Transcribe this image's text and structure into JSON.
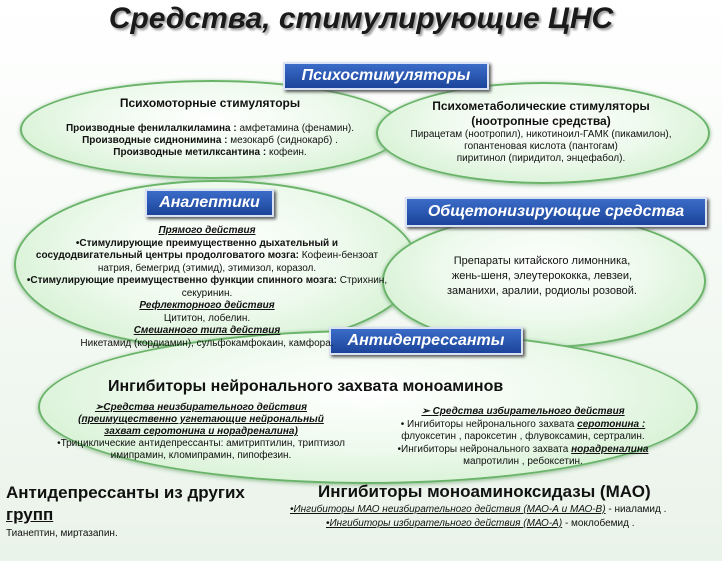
{
  "title": "Средства, стимулирующие ЦНС",
  "psychostim": {
    "banner": "Психостимуляторы",
    "psychomotor": {
      "heading": "Психомоторные стимуляторы",
      "line1_b": "Производные фенилалкиламина :",
      "line1_t": " амфетамина  (фенамин).",
      "line2_b": "Производные сиднонимина :",
      "line2_t": " мезокарб (сиднокарб) .",
      "line3_b": "Производные метилксантина :",
      "line3_t": " кофеин."
    },
    "psychometabolic": {
      "heading1": "Психометаболические стимуляторы",
      "heading2": "(ноотропные средства)",
      "line1": "Пирацетам (ноотропил), никотиноил-ГАМК (пикамилон),",
      "line2": "гопантеновая кислота (пантогам)",
      "line3": "пиритинол (пиридитол, энцефабол)."
    }
  },
  "analeptics": {
    "banner": "Аналептики",
    "direct_heading": "Прямого действия",
    "d1_b": "•Стимулирующие преимущественно дыхательный и",
    "d2_b": "сосудодвигательный центры продолговатого мозга:",
    "d2_t": " Кофеин-бензоат",
    "d3_t": "натрия, бемегрид (этимид), этимизол, коразол.",
    "d4_b": "•Стимулирующие преимущественно функции спинного мозга:",
    "d4_t": " Стрихнин,",
    "d5_t": "секуринин.",
    "reflex_heading": "Рефлекторного действия",
    "reflex_text": "Цититон, лобелин.",
    "mixed_heading": "Смешанного типа действия",
    "mixed_text": "Никетамид (кордиамин), сульфокамфокаин, камфора."
  },
  "tonic": {
    "banner": "Общетонизирующие средства",
    "line1": "Препараты китайского лимонника,",
    "line2": "жень-шеня, элеутерококка, левзеи,",
    "line3": "заманихи, аралии, родиолы розовой."
  },
  "antidepressants": {
    "banner": "Антидепрессанты",
    "heading": "Ингибиторы нейронального захвата моноаминов",
    "nonsel_h1": "Средства неизбирательного действия",
    "nonsel_h2": "(преимущественно угнетающие нейрональный",
    "nonsel_h3": "захват серотонина и норадреналина)",
    "nonsel_t1": "•Трициклические антидепрессанты: амитриптилин, триптизол",
    "nonsel_t2": "имипрамин, кломипрамин, пипофезин.",
    "sel_h": "Средства избирательного действия",
    "sel_1a": "• Ингибиторы нейронального захвата ",
    "sel_1b": "серотонина :",
    "sel_2": "флуоксетин , пароксетин , флувоксамин, сертралин.",
    "sel_3a": "•Ингибиторы нейронального захвата ",
    "sel_3b": "норадреналина",
    "sel_4": "мапротилин , ребоксетин."
  },
  "other": {
    "heading1": "Антидепрессанты из других",
    "heading2": "групп",
    "text": "Тианептин, миртазапин."
  },
  "mao": {
    "heading": "Ингибиторы моноаминоксидазы (МАО)",
    "l1_i": "•Ингибиторы МАО неизбирательного действия (МАО-А и МАО-В)",
    "l1_t": " - ниаламид .",
    "l2_i": "•Ингибиторы избирательного действия (МАО-А)",
    "l2_t": " - моклобемид ."
  },
  "colors": {
    "banner": "#2a58b4",
    "ellipse_border": "#6ab46a"
  }
}
